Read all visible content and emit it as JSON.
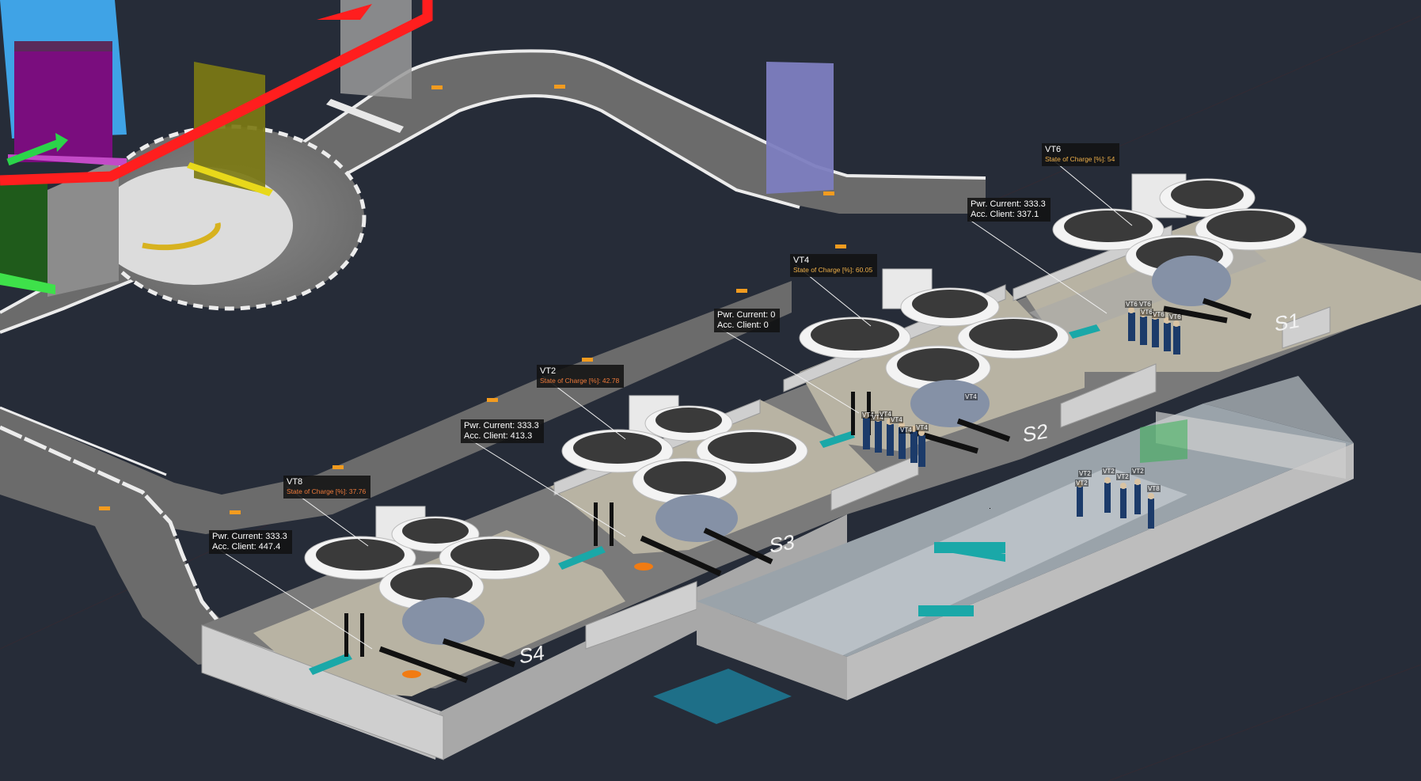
{
  "aircraft": [
    {
      "id": "VT6",
      "soc_label": "State of Charge [%]: 54",
      "soc_color": "#f0b14a"
    },
    {
      "id": "VT4",
      "soc_label": "State of Charge [%]: 60.05",
      "soc_color": "#f0b14a"
    },
    {
      "id": "VT2",
      "soc_label": "State of Charge [%]: 42.78",
      "soc_color": "#ee7a3a"
    },
    {
      "id": "VT8",
      "soc_label": "State of Charge [%]: 37.76",
      "soc_color": "#ee7a3a"
    }
  ],
  "chargers": [
    {
      "current": "Pwr. Current: 333.3",
      "client": "Acc. Client: 337.1"
    },
    {
      "current": "Pwr. Current: 0",
      "client": "Acc. Client: 0"
    },
    {
      "current": "Pwr. Current: 333.3",
      "client": "Acc. Client: 413.3"
    },
    {
      "current": "Pwr. Current: 333.3",
      "client": "Acc. Client: 447.4"
    }
  ],
  "stands": [
    "S1",
    "S2",
    "S3",
    "S4"
  ],
  "passenger_tags": {
    "s1": [
      "VT6",
      "VT6",
      "VT6",
      "VT6",
      "VT6"
    ],
    "s2": [
      "VT4",
      "VT4",
      "VT4",
      "VT4",
      "VT4",
      "VT4"
    ],
    "s2_craft": "VT4",
    "terminal": [
      "VT2",
      "VT2",
      "VT2",
      "VT2",
      "VT2",
      "VT8"
    ]
  },
  "colors": {
    "background": "#262c38",
    "apron": "#6a6a6a",
    "taxi_marker": "#f29b1f",
    "route_arrow": "#ff1e1e",
    "direction_arrow": "#2bd44a",
    "charging_pad": "#1aa8a8",
    "gate_panel_yellow": "#7c7a14",
    "gate_panel_violet": "#7d7ec0",
    "building_purple": "#7a0d7e",
    "building_blue": "#3fa3e6",
    "building_green": "#1f5b1b"
  }
}
